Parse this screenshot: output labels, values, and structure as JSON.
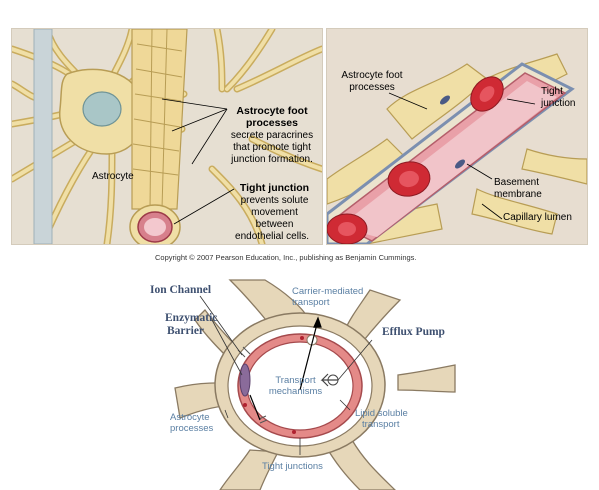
{
  "top_left": {
    "astrocyte_label": "Astrocyte",
    "foot_processes_title_1": "Astrocyte foot",
    "foot_processes_title_2": "processes",
    "foot_processes_desc_1": "secrete paracrines",
    "foot_processes_desc_2": "that promote tight",
    "foot_processes_desc_3": "junction formation.",
    "tight_junction_title": "Tight junction",
    "tight_junction_desc_1": "prevents solute",
    "tight_junction_desc_2": "movement",
    "tight_junction_desc_3": "between",
    "tight_junction_desc_4": "endothelial cells."
  },
  "top_right": {
    "foot_processes_1": "Astrocyte foot",
    "foot_processes_2": "processes",
    "tight_junction_1": "Tight",
    "tight_junction_2": "junction",
    "basement_membrane_1": "Basement",
    "basement_membrane_2": "membrane",
    "capillary_lumen": "Capillary lumen"
  },
  "copyright": "Copyright © 2007 Pearson Education, Inc., publishing as Benjamin Cummings.",
  "bottom": {
    "ion_channel": "Ion Channel",
    "enzymatic_barrier_1": "Enzymatic",
    "enzymatic_barrier_2": "Barrier",
    "efflux_pump": "Efflux Pump",
    "carrier_mediated_1": "Carrier-mediated",
    "carrier_mediated_2": "transport",
    "transport_mechanisms_1": "Transport",
    "transport_mechanisms_2": "mechanisms",
    "lipid_soluble_1": "Lipid soluble",
    "lipid_soluble_2": "transport",
    "astrocyte_processes_1": "Astrocyte",
    "astrocyte_processes_2": "processes",
    "tight_junctions": "Tight junctions"
  },
  "colors": {
    "astrocyte_fill": "#f0dfa6",
    "astrocyte_stroke": "#b89d55",
    "vessel_fill": "#d45a6a",
    "red_cell": "#cf2a34",
    "endothelium": "#e9a0a8",
    "membrane_blue": "#7b8fb0",
    "label_blue": "#5a7fa3",
    "serif_label": "#3e5070"
  }
}
